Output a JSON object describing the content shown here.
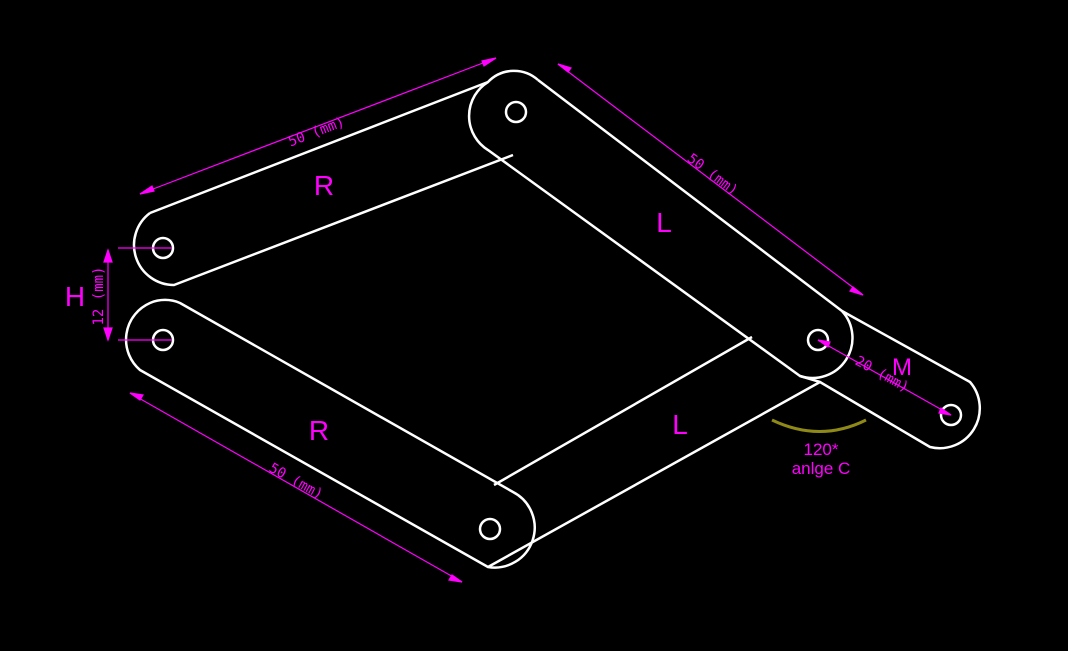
{
  "colors": {
    "background": "#000000",
    "outline": "#ffffff",
    "annotation": "#ff00ff",
    "angle_arc": "#8f8a17"
  },
  "labels": {
    "upper_left_link": "R",
    "lower_left_link": "R",
    "upper_right_link": "L",
    "lower_right_link": "L",
    "gap": "H",
    "output_link": "M",
    "angle_value": "120*",
    "angle_name": "anlge C"
  },
  "dimensions": {
    "upper_r_length": "50 (mm)",
    "upper_l_length": "50 (mm)",
    "lower_r_length": "50 (mm)",
    "gap_h": "12 (mm)",
    "output_m": "20 (mm)"
  }
}
